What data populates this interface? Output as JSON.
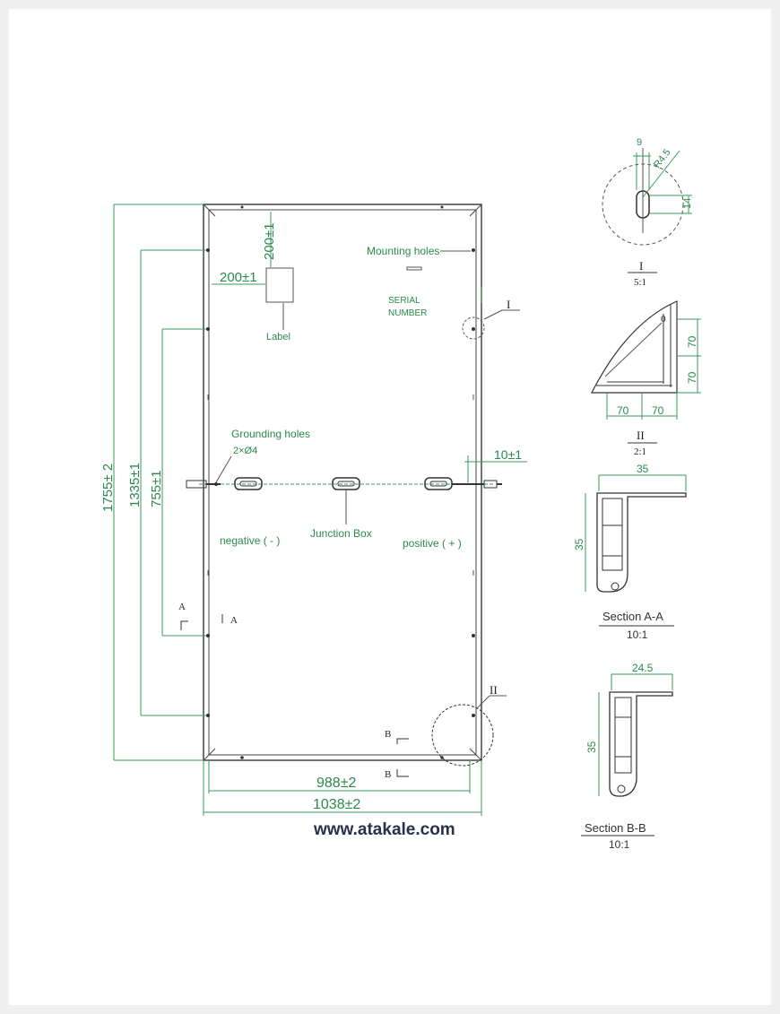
{
  "panel": {
    "height_dim": "1755± 2",
    "mount_dim_outer": "1335±1",
    "mount_dim_inner": "755±1",
    "label_top_dim": "200±1",
    "label_left_dim": "200±1",
    "label_text": "Label",
    "mounting_holes": "Mounting holes",
    "serial_number_line1": "SERIAL",
    "serial_number_line2": "NUMBER",
    "grounding_holes": "Grounding holes",
    "grounding_spec": "2×Ø4",
    "cable_dim": "10±1",
    "junction_box": "Junction Box",
    "negative": "negative ( - )",
    "positive": "positive ( + )",
    "width_inner_dim": "988±2",
    "width_outer_dim": "1038±2",
    "section_a_marker": "A",
    "section_b_marker": "B",
    "detail_1_marker": "I",
    "detail_2_marker": "II"
  },
  "detail_1": {
    "dim_9": "9",
    "dim_r": "R4.5",
    "dim_14": "14",
    "label": "I",
    "scale": "5:1"
  },
  "detail_2": {
    "dim_70_v1": "70",
    "dim_70_v2": "70",
    "dim_70_h1": "70",
    "dim_70_h2": "70",
    "dim_0": "0",
    "label": "II",
    "scale": "2:1"
  },
  "section_a": {
    "width": "35",
    "height": "35",
    "title": "Section A-A",
    "scale": "10:1"
  },
  "section_b": {
    "width": "24.5",
    "height": "35",
    "title": "Section B-B",
    "scale": "10:1"
  },
  "footer": {
    "website": "www.atakale.com"
  }
}
